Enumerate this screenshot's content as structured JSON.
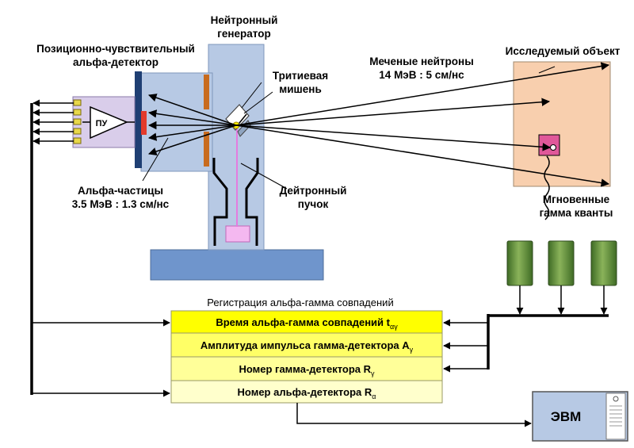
{
  "labels": {
    "detector_line1": "Позиционно-чувствительный",
    "detector_line2": "альфа-детектор",
    "generator_line1": "Нейтронный",
    "generator_line2": "генератор",
    "target_line1": "Тритиевая",
    "target_line2": "мишень",
    "neutrons_line1": "Меченые нейтроны",
    "neutrons_line2": "14 МэВ : 5 см/нс",
    "object": "Исследуемый объект",
    "alpha_line1": "Альфа-частицы",
    "alpha_line2": "3.5 МэВ : 1.3 см/нс",
    "deuteron_line1": "Дейтронный",
    "deuteron_line2": "пучок",
    "gamma_line1": "Мгновенные",
    "gamma_line2": "гамма кванты",
    "preamp": "ПУ",
    "register_title": "Регистрация альфа-гамма совпадений",
    "computer": "ЭВМ"
  },
  "register_rows": [
    {
      "text": "Время альфа-гамма совпадений t",
      "sub": "αγ"
    },
    {
      "text": "Амплитуда импульса гамма-детектора A",
      "sub": "γ"
    },
    {
      "text": "Номер гамма-детектора R",
      "sub": "γ"
    },
    {
      "text": "Номер альфа-детектора R",
      "sub": "α"
    }
  ],
  "colors": {
    "generator": "#b7c9e4",
    "detector_box": "#d9cdea",
    "object": "#f8cfae",
    "voxel": "#e0589a",
    "gamma_detector": "#5f8a3d",
    "row_1": "#ffff00",
    "row_2": "#ffff66",
    "row_3": "#ffff99",
    "row_4": "#ffffcc",
    "computer": "#b7c9e4"
  }
}
